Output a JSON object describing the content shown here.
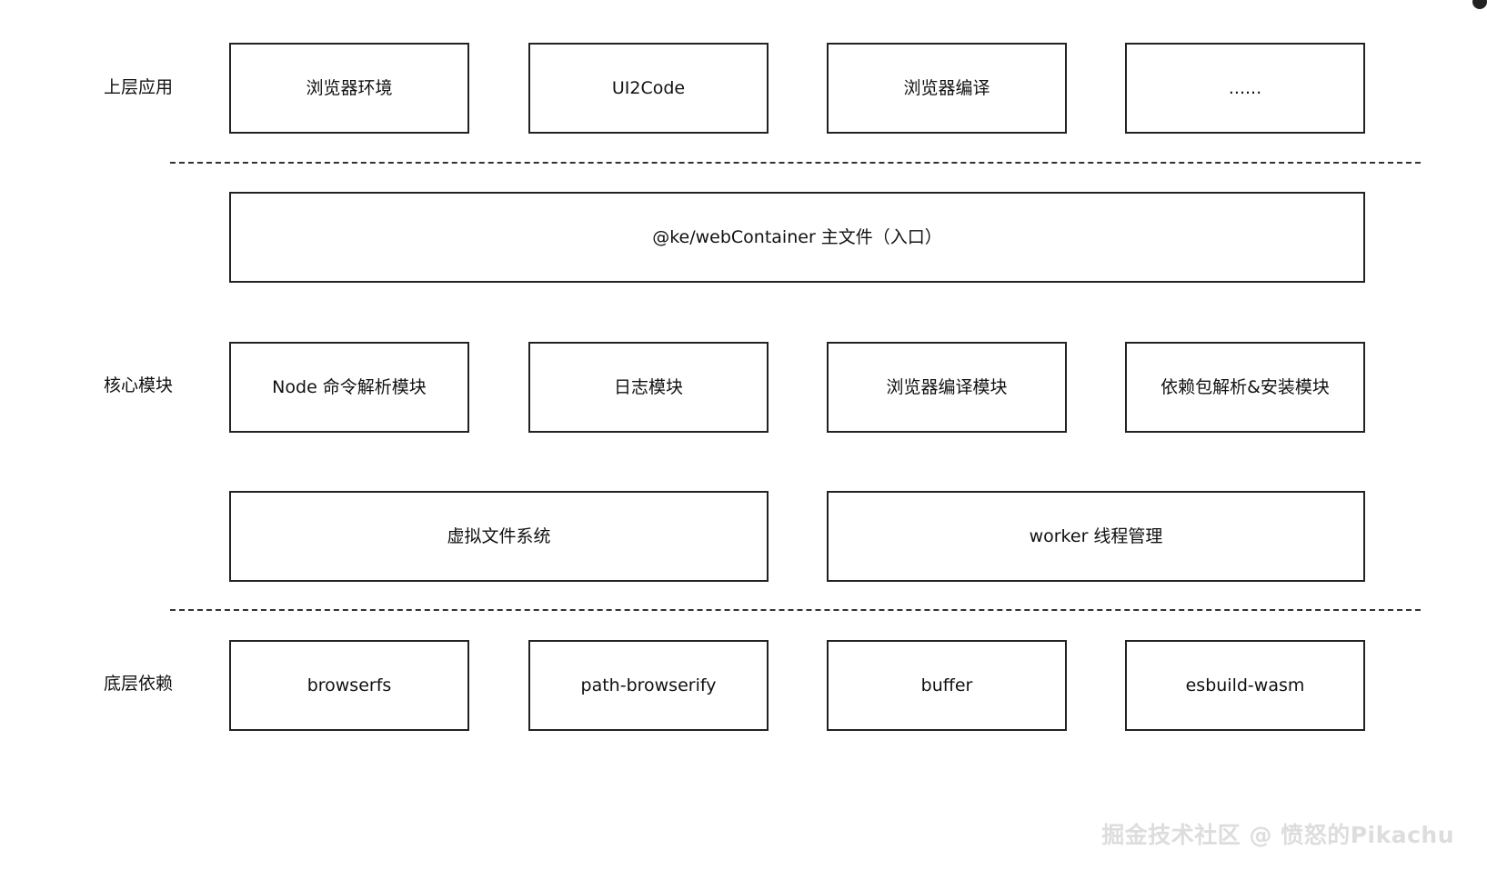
{
  "layers": {
    "top": {
      "label": "上层应用",
      "boxes": [
        "浏览器环境",
        "UI2Code",
        "浏览器编译",
        "......"
      ]
    },
    "entry": {
      "box": "@ke/webContainer 主文件（入口）"
    },
    "core": {
      "label": "核心模块",
      "boxes": [
        "Node 命令解析模块",
        "日志模块",
        "浏览器编译模块",
        "依赖包解析&安装模块"
      ]
    },
    "infra": {
      "boxes": [
        "虚拟文件系统",
        "worker 线程管理"
      ]
    },
    "bottom": {
      "label": "底层依赖",
      "boxes": [
        "browserfs",
        "path-browserify",
        "buffer",
        "esbuild-wasm"
      ]
    }
  },
  "watermark": "掘金技术社区 @ 愤怒的Pikachu"
}
